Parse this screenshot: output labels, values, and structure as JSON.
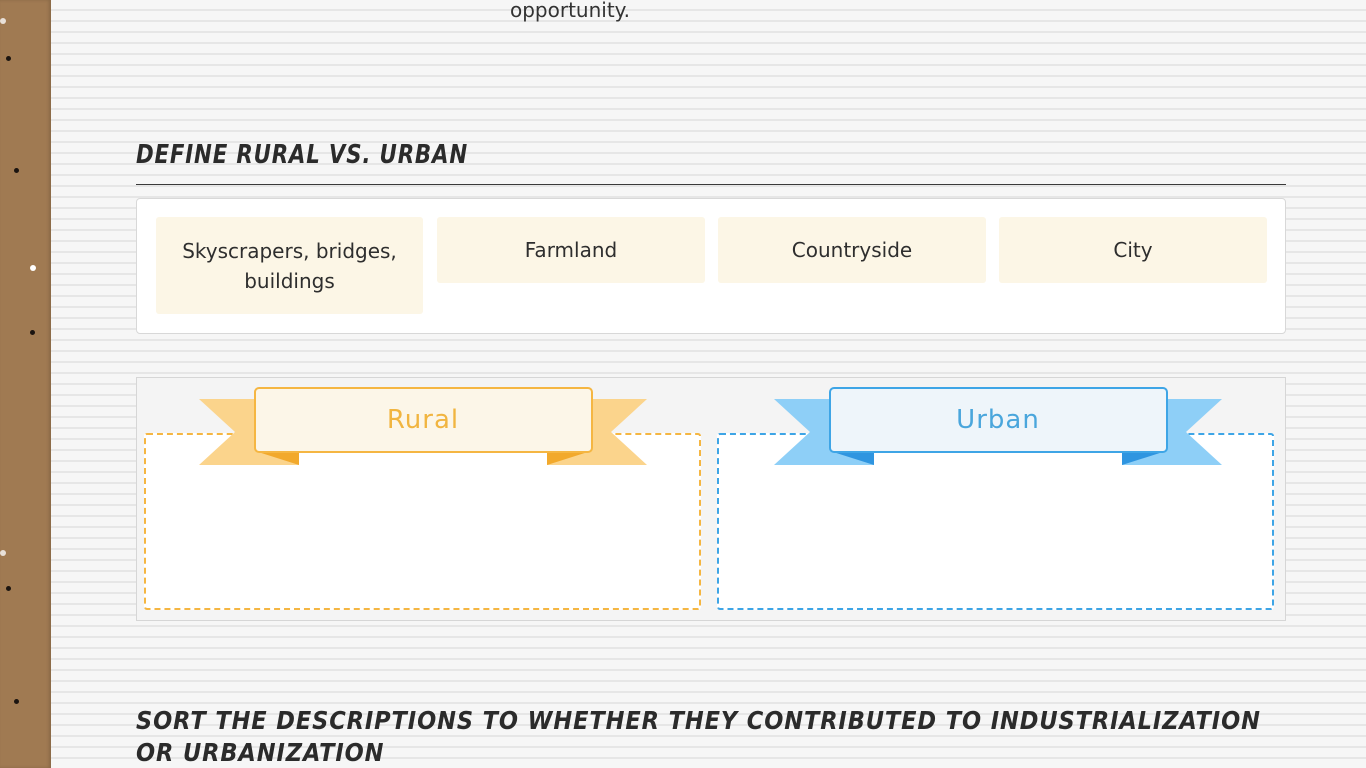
{
  "previous_section": {
    "trailing_text": "opportunity."
  },
  "define_section": {
    "heading": "Define Rural vs. Urban",
    "cards": [
      {
        "label": "Skyscrapers, bridges, buildings"
      },
      {
        "label": "Farmland"
      },
      {
        "label": "Countryside"
      },
      {
        "label": "City"
      }
    ],
    "categories": [
      {
        "label": "Rural",
        "color": "#f5b642"
      },
      {
        "label": "Urban",
        "color": "#3ea5e6"
      }
    ]
  },
  "sort_section": {
    "heading": "Sort the descriptions to whether they contributed to Industrialization or Urbanization"
  },
  "colors": {
    "card_background": "#fcf6e6",
    "rural_accent": "#f5b642",
    "urban_accent": "#3ea5e6",
    "cork_board": "#a07a52"
  }
}
